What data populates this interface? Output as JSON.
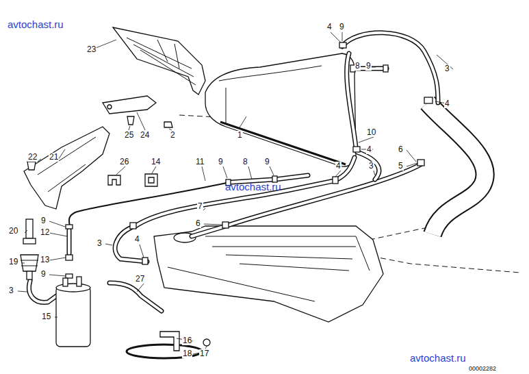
{
  "diagram": {
    "labels": [
      "avtochast.ru",
      "23",
      "4",
      "9",
      "8",
      "9",
      "3",
      "4",
      "1",
      "25",
      "24",
      "2",
      "10",
      "22",
      "21",
      "4",
      "6",
      "26",
      "14",
      "11",
      "9",
      "8",
      "9",
      "4",
      "3",
      "5",
      "avtochast.ru",
      "7",
      "6",
      "9",
      "20",
      "12",
      "4",
      "3",
      "19",
      "13",
      "9",
      "27",
      "3",
      "15",
      "16",
      "18",
      "17",
      "avtochast.ru",
      "00002282"
    ]
  }
}
